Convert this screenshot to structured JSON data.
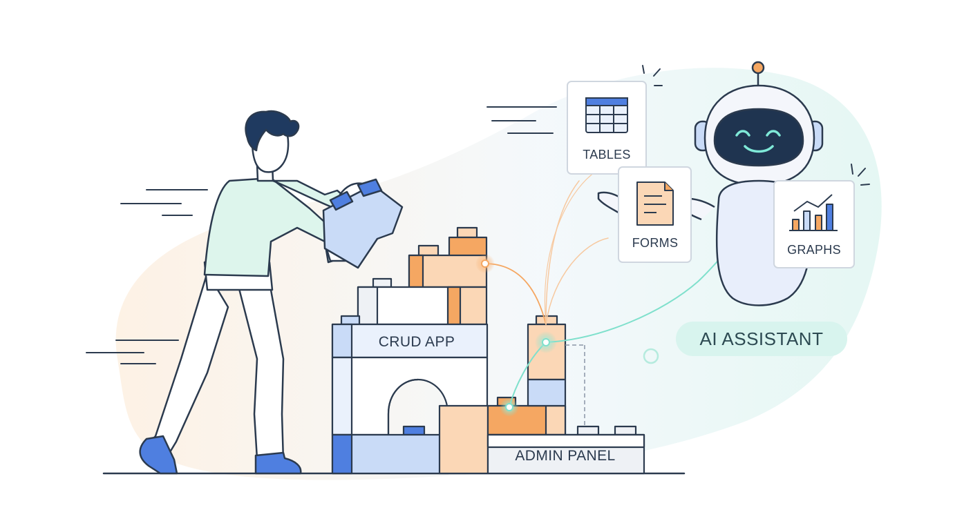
{
  "blocks": {
    "crud_app_label": "CRUD APP",
    "admin_panel_label": "ADMIN PANEL"
  },
  "cards": [
    {
      "label": "TABLES",
      "icon": "table-icon"
    },
    {
      "label": "FORMS",
      "icon": "document-icon"
    },
    {
      "label": "GRAPHS",
      "icon": "bar-chart-icon"
    }
  ],
  "assistant": {
    "label": "AI ASSISTANT",
    "icon": "robot-icon"
  },
  "colors": {
    "outline": "#2b3a4e",
    "blue": "#4f7fe0",
    "light_blue": "#c9dbf7",
    "orange": "#f5a762",
    "light_orange": "#fbd7b6",
    "teal_glow": "#7fe0cc",
    "pill_bg": "#d8f4ee"
  }
}
